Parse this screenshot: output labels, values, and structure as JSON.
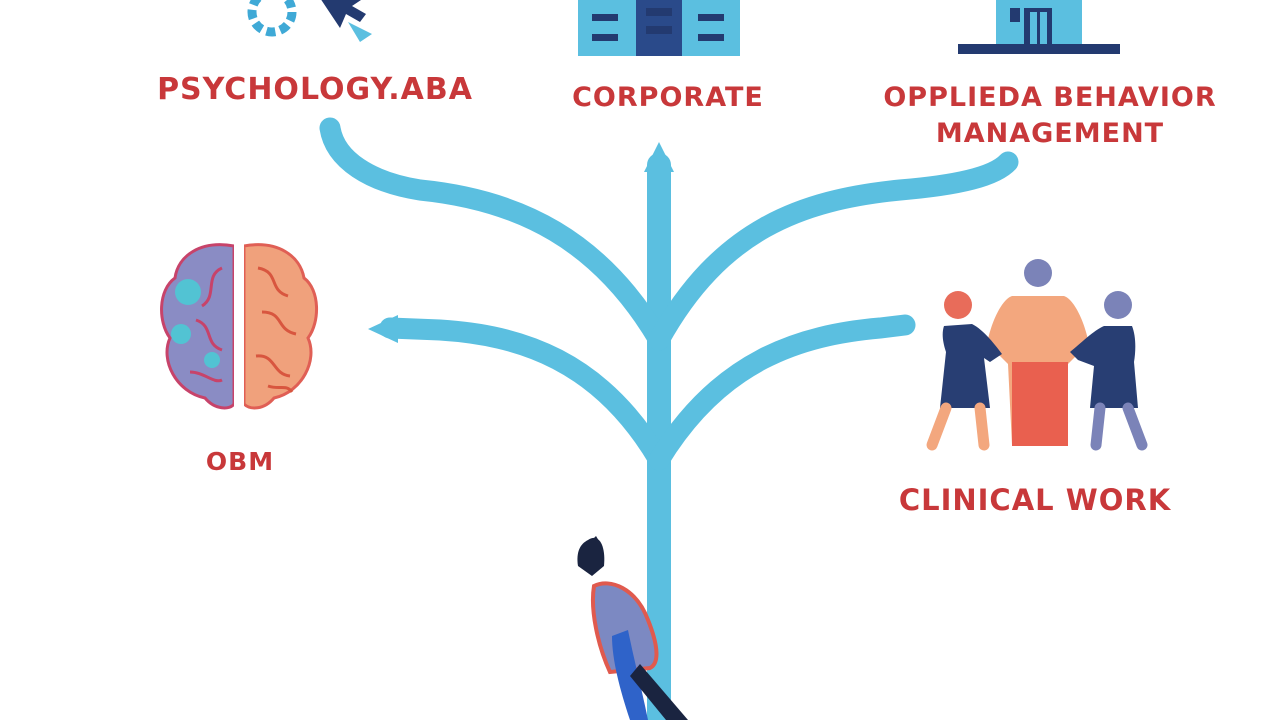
{
  "labels": {
    "psychology_aba": "PSYCHOLOGY.ABA",
    "corporate": "CORPORATE",
    "applied_line1": "OPPLIEDA BEHAVIOR",
    "applied_line2": "MANAGEMENT",
    "obm": "OBM",
    "clinical_work": "CLINICAL WORK"
  },
  "icons": [
    "gear-icon",
    "cursor-icon",
    "office-building-icon",
    "house-icon",
    "brain-icon",
    "people-group-icon",
    "climbing-person-icon"
  ],
  "colors": {
    "label": "#c8383a",
    "branch": "#5bbfe0",
    "navy": "#283e73",
    "orange": "#f3a77e",
    "coral": "#e86c5a",
    "slate": "#7b83b8"
  }
}
